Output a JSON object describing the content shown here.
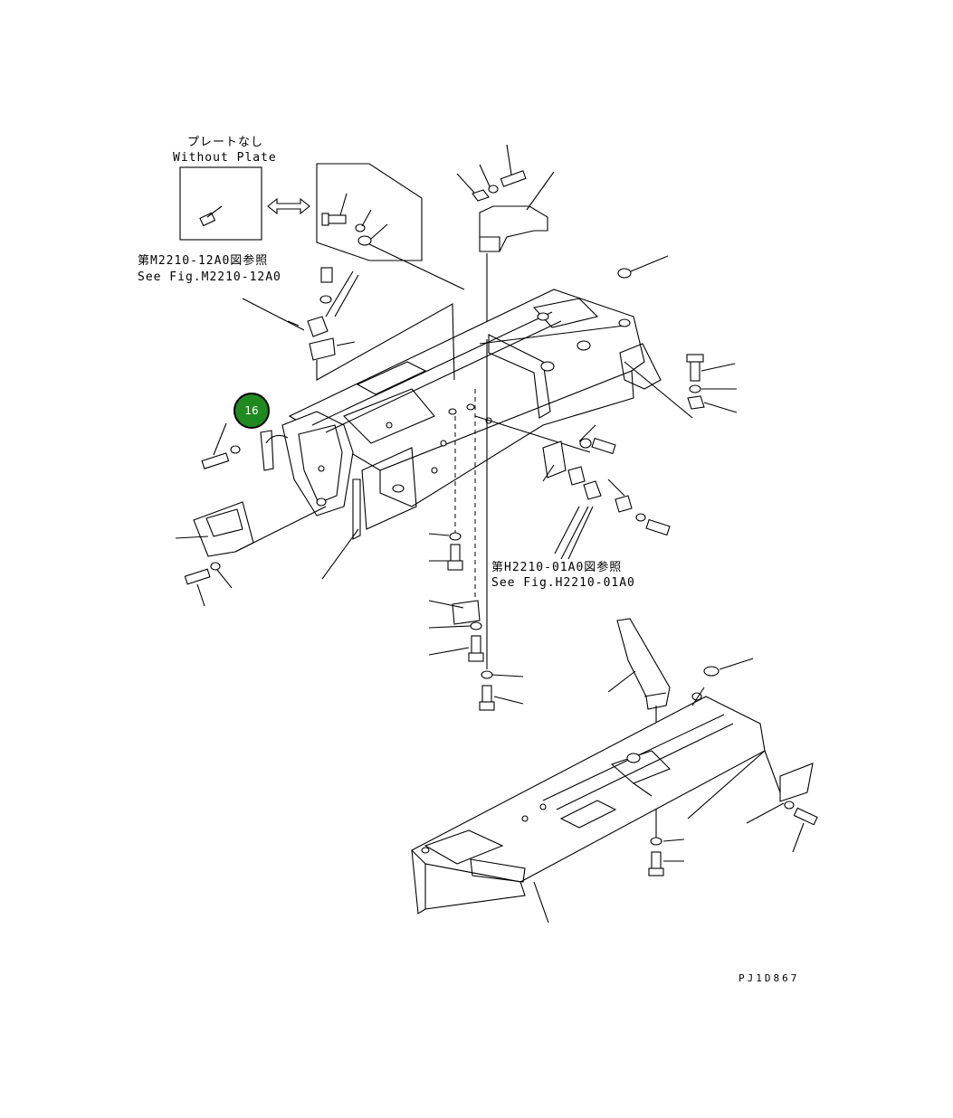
{
  "labels": {
    "without_plate_jp": "プレートなし",
    "without_plate_en": "Without Plate",
    "ref_m_jp": "第M2210-12A0図参照",
    "ref_m_en": "See Fig.M2210-12A0",
    "ref_h_jp": "第H2210-01A0図参照",
    "ref_h_en": "See Fig.H2210-01A0",
    "drawing_code": "PJ1D867"
  },
  "callouts": [
    {
      "number": "16",
      "color": "#1f8a1f"
    }
  ],
  "icons": {
    "exchange": "double-arrow-icon"
  }
}
